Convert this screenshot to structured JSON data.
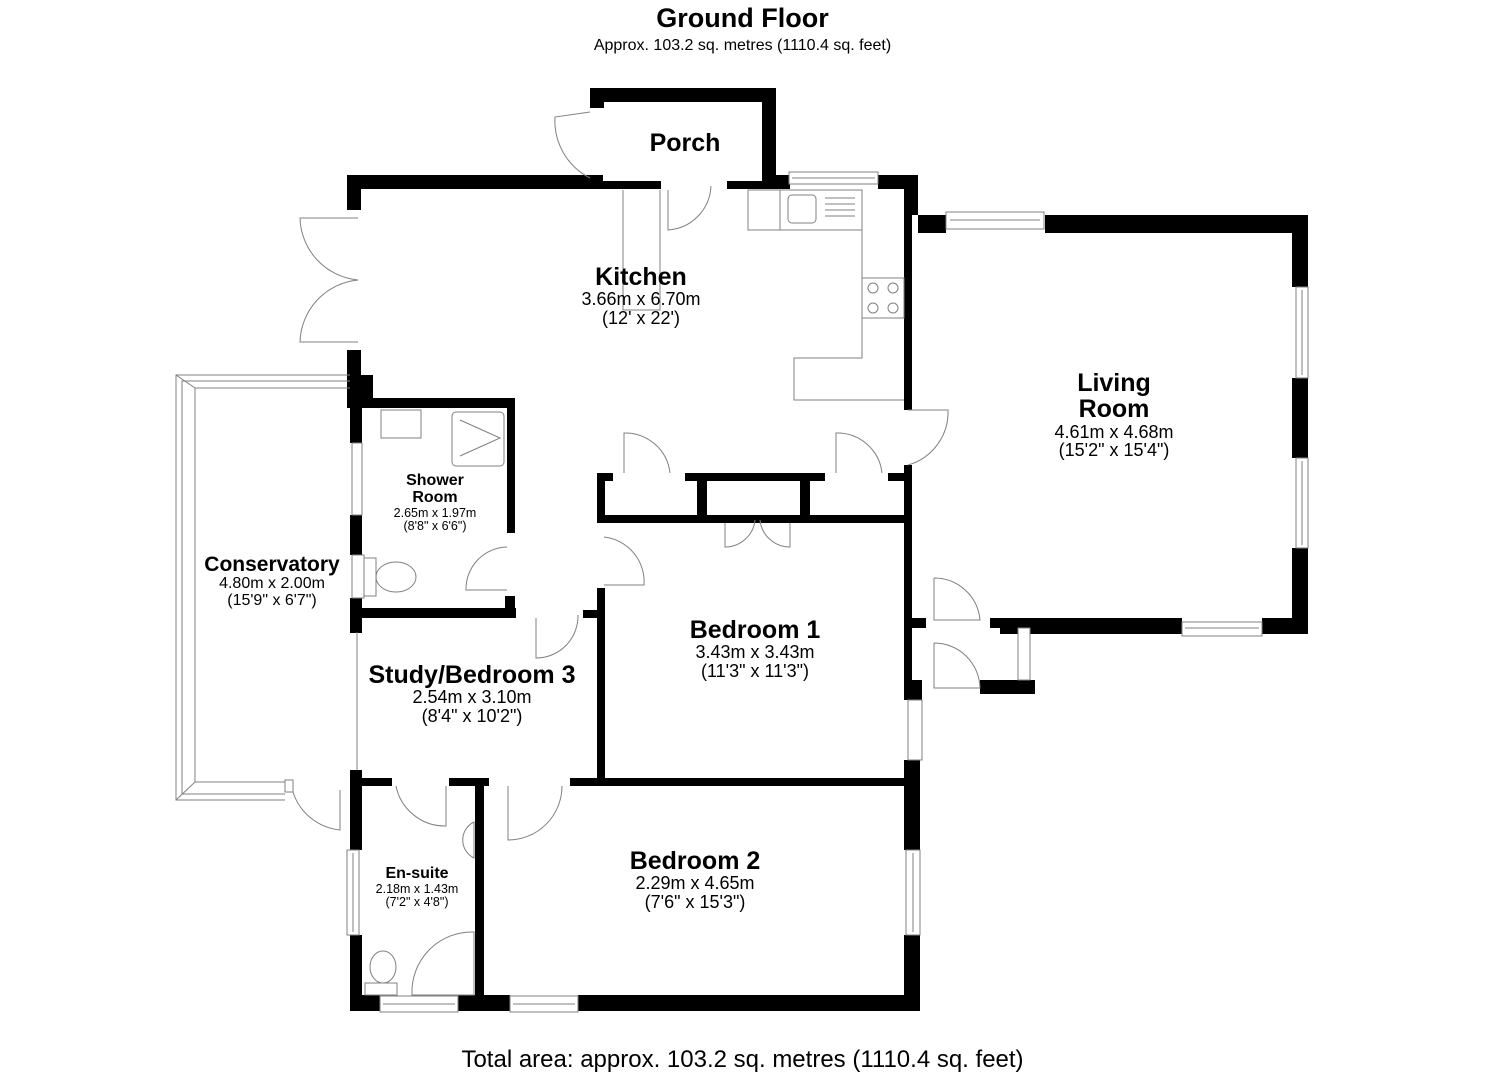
{
  "header": {
    "title": "Ground Floor",
    "subtitle": "Approx. 103.2 sq. metres (1110.4 sq. feet)"
  },
  "footer": {
    "total_area": "Total area: approx. 103.2 sq. metres (1110.4 sq. feet)"
  },
  "colors": {
    "wall": "#000000",
    "fixture_line": "#808080",
    "background": "#ffffff"
  },
  "rooms": {
    "porch": {
      "name": "Porch"
    },
    "kitchen": {
      "name": "Kitchen",
      "metric": "3.66m x 6.70m",
      "imperial": "(12' x 22')"
    },
    "living": {
      "name_line1": "Living",
      "name_line2": "Room",
      "metric": "4.61m x 4.68m",
      "imperial": "(15'2\" x 15'4\")"
    },
    "shower": {
      "name_line1": "Shower",
      "name_line2": "Room",
      "metric": "2.65m x 1.97m",
      "imperial": "(8'8\" x 6'6\")"
    },
    "conservatory": {
      "name": "Conservatory",
      "metric": "4.80m x 2.00m",
      "imperial": "(15'9\" x 6'7\")"
    },
    "bedroom1": {
      "name": "Bedroom 1",
      "metric": "3.43m x 3.43m",
      "imperial": "(11'3\" x 11'3\")"
    },
    "study": {
      "name": "Study/Bedroom 3",
      "metric": "2.54m x 3.10m",
      "imperial": "(8'4\" x 10'2\")"
    },
    "ensuite": {
      "name": "En-suite",
      "metric": "2.18m x 1.43m",
      "imperial": "(7'2\" x 4'8\")"
    },
    "bedroom2": {
      "name": "Bedroom 2",
      "metric": "2.29m x 4.65m",
      "imperial": "(7'6\" x 15'3\")"
    }
  }
}
